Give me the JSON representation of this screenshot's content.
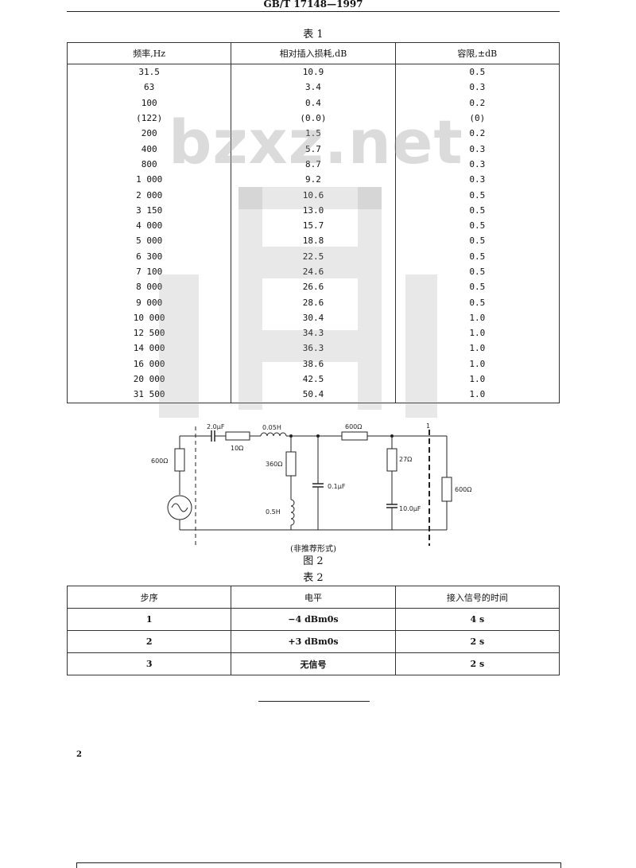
{
  "header": {
    "text": "GB/T 17148—1997"
  },
  "table1": {
    "caption": "表 1",
    "headers": [
      "频率,Hz",
      "相对插入损耗,dB",
      "容限,±dB"
    ],
    "rows": [
      [
        "31.5",
        "10.9",
        "0.5"
      ],
      [
        "63",
        "3.4",
        "0.3"
      ],
      [
        "100",
        "0.4",
        "0.2"
      ],
      [
        "(122)",
        "(0.0)",
        "(0)"
      ],
      [
        "200",
        "1.5",
        "0.2"
      ],
      [
        "400",
        "5.7",
        "0.3"
      ],
      [
        "800",
        "8.7",
        "0.3"
      ],
      [
        "1 000",
        "9.2",
        "0.3"
      ],
      [
        "2 000",
        "10.6",
        "0.5"
      ],
      [
        "3 150",
        "13.0",
        "0.5"
      ],
      [
        "4 000",
        "15.7",
        "0.5"
      ],
      [
        "5 000",
        "18.8",
        "0.5"
      ],
      [
        "6 300",
        "22.5",
        "0.5"
      ],
      [
        "7 100",
        "24.6",
        "0.5"
      ],
      [
        "8 000",
        "26.6",
        "0.5"
      ],
      [
        "9 000",
        "28.6",
        "0.5"
      ],
      [
        "10 000",
        "30.4",
        "1.0"
      ],
      [
        "12 500",
        "34.3",
        "1.0"
      ],
      [
        "14 000",
        "36.3",
        "1.0"
      ],
      [
        "16 000",
        "38.6",
        "1.0"
      ],
      [
        "20 000",
        "42.5",
        "1.0"
      ],
      [
        "31 500",
        "50.4",
        "1.0"
      ]
    ]
  },
  "watermark": {
    "text": "bzxz.net"
  },
  "figure": {
    "labels": {
      "c1": "2.0μF",
      "r10": "10Ω",
      "l1": "0.05H",
      "r600a": "600Ω",
      "r600b": "600Ω",
      "r600c": "600Ω",
      "r360": "360Ω",
      "l2": "0.5H",
      "c2": "0.1μF",
      "r27": "27Ω",
      "c3": "10.0μF",
      "node": "1"
    },
    "note": "(非推荐形式)",
    "caption": "图 2"
  },
  "table2": {
    "caption": "表 2",
    "headers": [
      "步序",
      "电平",
      "接入信号的时间"
    ],
    "rows": [
      [
        "1",
        "−4 dBm0s",
        "4 s"
      ],
      [
        "2",
        "+3 dBm0s",
        "2 s"
      ],
      [
        "3",
        "无信号",
        "2 s"
      ]
    ]
  },
  "page_number": "2"
}
